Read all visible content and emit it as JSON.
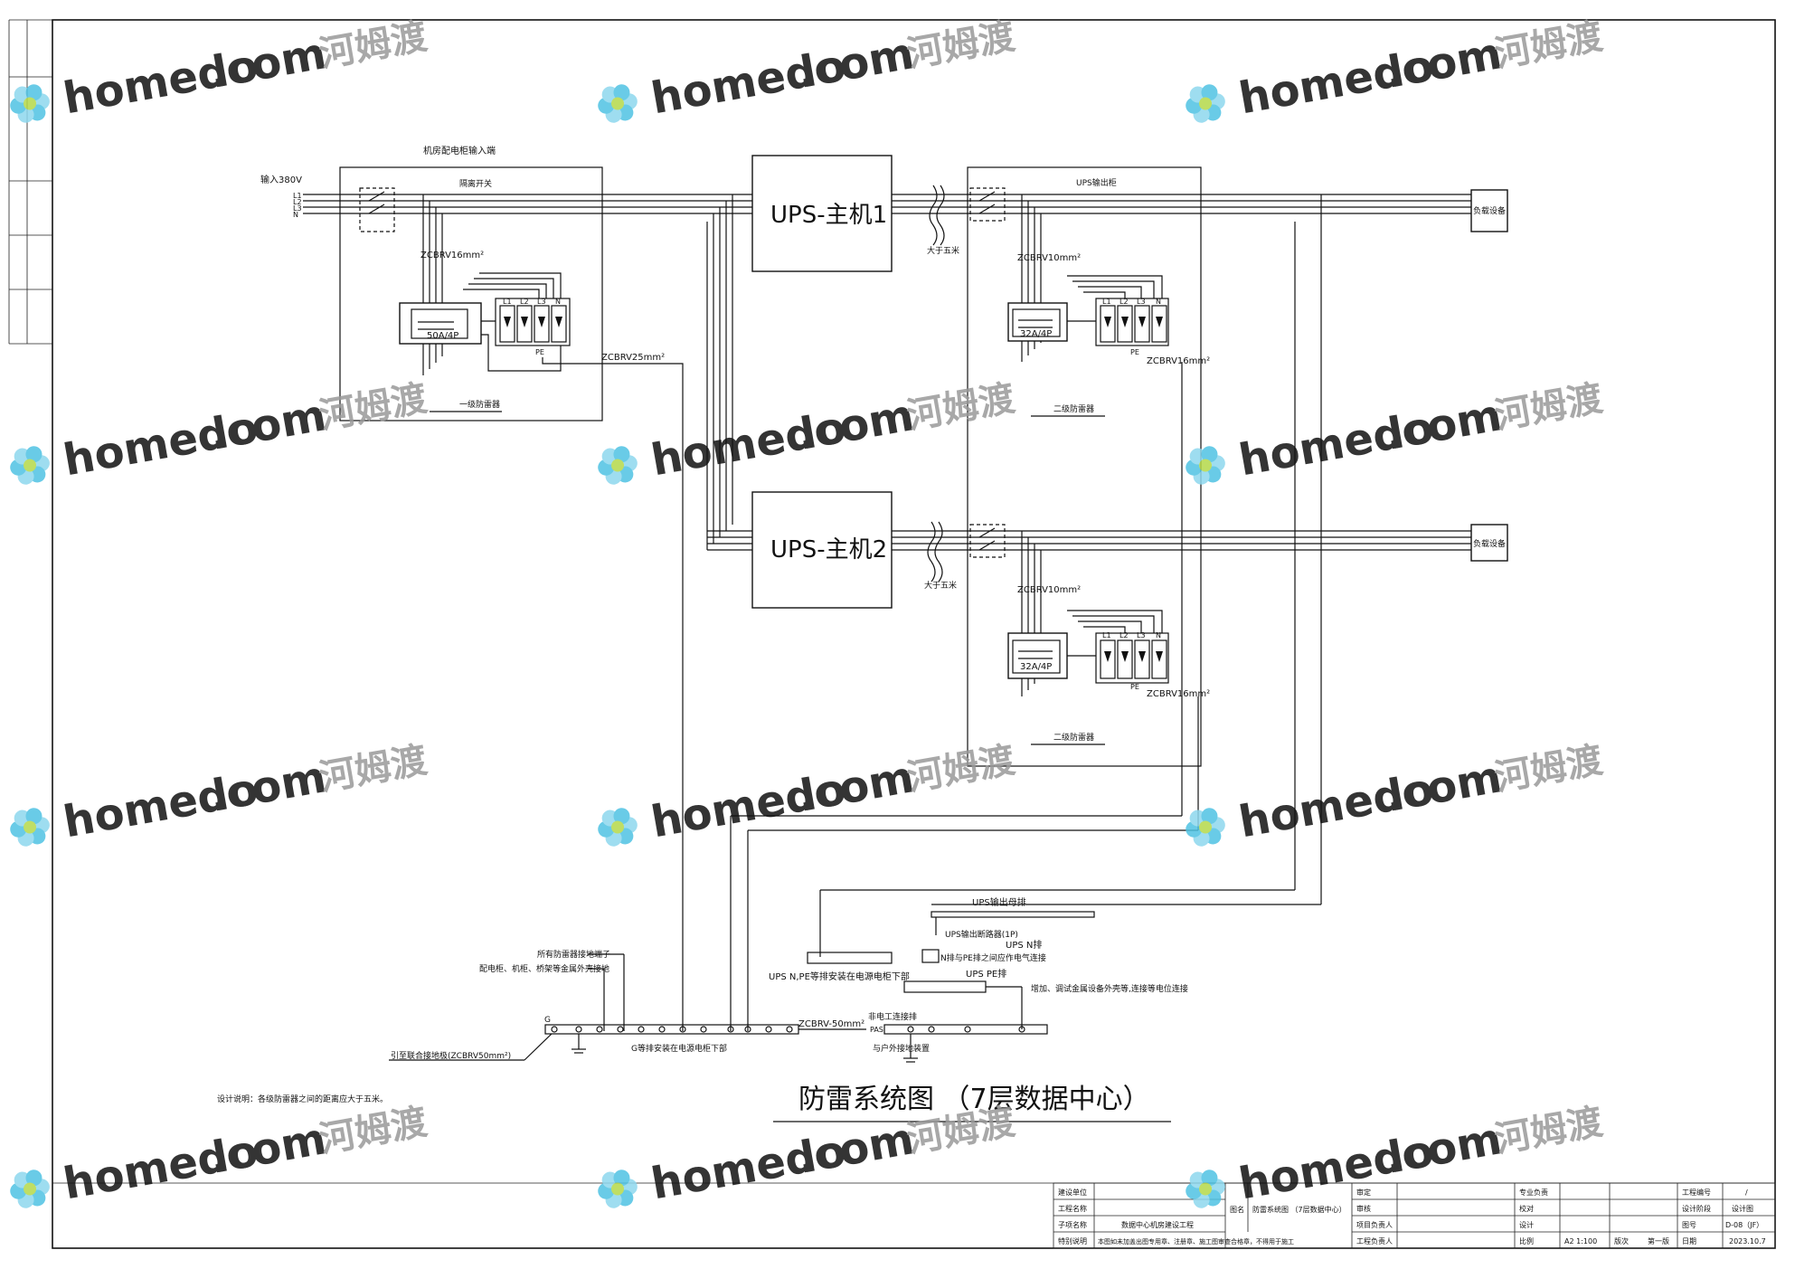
{
  "drawing": {
    "title": "防雷系统图 （7层数据中心）",
    "input_label": "输入380V",
    "phase_labels": [
      "L1",
      "L2",
      "L3",
      "N"
    ],
    "cabinet_in_title": "机房配电柜输入端",
    "isolator_label": "隔离开关",
    "ups1_label": "UPS-主机1",
    "ups2_label": "UPS-主机2",
    "ups_out_title": "UPS输出柜",
    "load1_label": "负载设备",
    "load2_label": "负载设备",
    "gap1_label": "大于五米",
    "gap2_label": "大于五米",
    "spd1": {
      "cable_in": "ZCBRV16mm²",
      "breaker": "50A/4P",
      "name": "一级防雷器",
      "cable_pe": "ZCBRV25mm²",
      "terminals": [
        "L1",
        "L2",
        "L3",
        "N"
      ],
      "pe": "PE"
    },
    "spd2": {
      "cable_in": "ZCBRV10mm²",
      "breaker": "32A/4P",
      "name": "二级防雷器",
      "cable_pe": "ZCBRV16mm²",
      "terminals": [
        "L1",
        "L2",
        "L3",
        "N"
      ],
      "pe": "PE"
    },
    "spd3": {
      "cable_in": "ZCBRV10mm²",
      "breaker": "32A/4P",
      "name": "二级防雷器",
      "cable_pe": "ZCBRV16mm²",
      "terminals": [
        "L1",
        "L2",
        "L3",
        "N"
      ],
      "pe": "PE"
    },
    "ground": {
      "ups_out_bar": "UPS输出母排",
      "ups_breaker": "UPS输出断路器(1P)",
      "ups_n_bar": "UPS N排",
      "ups_pe_bar": "UPS PE排",
      "ups_npe_note": "UPS N,PE等排安装在电源电柜下部",
      "n_bond_note": "N排与PE排之间应作电气连接",
      "spd_term_note": "所有防雷器接地端子",
      "equip_note": "配电柜、机柜、桥架等金属外壳接地",
      "g_label": "G",
      "main_cable": "ZCBRV-50mm²",
      "mains_note": "非电工连接排",
      "pas_label": "PAS",
      "earth_note": "与户外接地装置",
      "other_note": "增加、调试金属设备外壳等,连接等电位连接",
      "g_bar_note": "G等排安装在电源电柜下部",
      "trunk_note": "引至联合接地极(ZCBRV50mm²)",
      "bottom_note": "设计说明：各级防雷器之间的距离应大于五米。"
    }
  },
  "title_block": {
    "left_rows": [
      {
        "label": "建设单位",
        "value": ""
      },
      {
        "label": "工程名称",
        "value": ""
      },
      {
        "label": "子项名称",
        "value": "数据中心机房建设工程"
      },
      {
        "label": "特别说明",
        "value": "本图如未加盖出图专用章、注册章、施工图审查合格章，不得用于施工"
      }
    ],
    "drawing_name_label": "图名",
    "drawing_name": "防雷系统图 （7层数据中心）",
    "roles": [
      "审定",
      "审核",
      "项目负责人",
      "工程负责人"
    ],
    "roles2": [
      "专业负责",
      "校对",
      "设计",
      "比例"
    ],
    "scale": "A2 1:100",
    "version_label": "版次",
    "version": "第一版",
    "right_rows": [
      {
        "label": "工程编号",
        "value": "/"
      },
      {
        "label": "设计阶段",
        "value": "设计图"
      },
      {
        "label": "图号",
        "value": "D-08（JF）"
      },
      {
        "label": "日期",
        "value": "2023.10.7"
      }
    ]
  },
  "watermark": {
    "brand": "homedo",
    "domain": ".com",
    "cn": "河姆渡"
  },
  "colors": {
    "wm_green": "#b5d94a",
    "wm_cyan": "#4fc3e3",
    "wm_gray": "#9a9a9a"
  }
}
